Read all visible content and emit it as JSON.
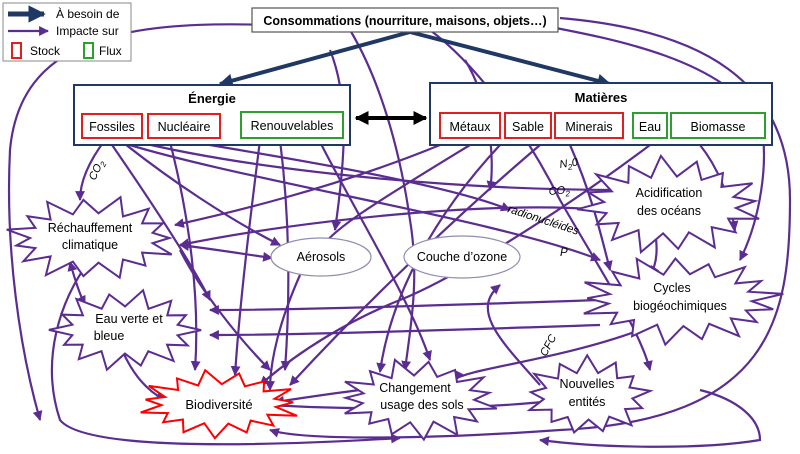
{
  "legend": {
    "needs_label": "À besoin de",
    "impacts_label": "Impacte sur",
    "stock_label": "Stock",
    "flux_label": "Flux"
  },
  "consumption": {
    "label": "Consommations (nourriture, maisons, objets…)"
  },
  "energy": {
    "title": "Énergie",
    "fossils": "Fossiles",
    "nuclear": "Nucléaire",
    "renewables": "Renouvelables"
  },
  "materials": {
    "title": "Matières",
    "metals": "Métaux",
    "sand": "Sable",
    "minerals": "Minerais",
    "water": "Eau",
    "biomass": "Biomasse"
  },
  "impacts": {
    "warming_line1": "Réchauffement",
    "warming_line2": "climatique",
    "aerosols": "Aérosols",
    "ozone": "Couche d’ozone",
    "acid_line1": "Acidification",
    "acid_line2": "des océans",
    "cycles_line1": "Cycles",
    "cycles_line2": "biogéochimiques",
    "water_line1": "Eau verte et",
    "water_line2": "bleue",
    "biodiversity": "Biodiversité",
    "landuse_line1": "Changement",
    "landuse_line2": "usage des sols",
    "entities_line1": "Nouvelles",
    "entities_line2": "entités"
  },
  "annotations": {
    "co2_left": "CO",
    "co2_left_sub": "2",
    "n2o_n": "N",
    "n2o_sub": "2",
    "n2o_o": "0",
    "co2_right": "CO",
    "co2_right_sub": "2",
    "radionuclides": "radionucléides",
    "p": "P",
    "cfc": "CFC"
  },
  "colors": {
    "navy": "#1f3864",
    "purple": "#5b2d90",
    "stock_red": "#e02020",
    "flux_green": "#2e9e2e",
    "bio_red": "#ff0000",
    "ellipse": "#8e8eb0"
  }
}
